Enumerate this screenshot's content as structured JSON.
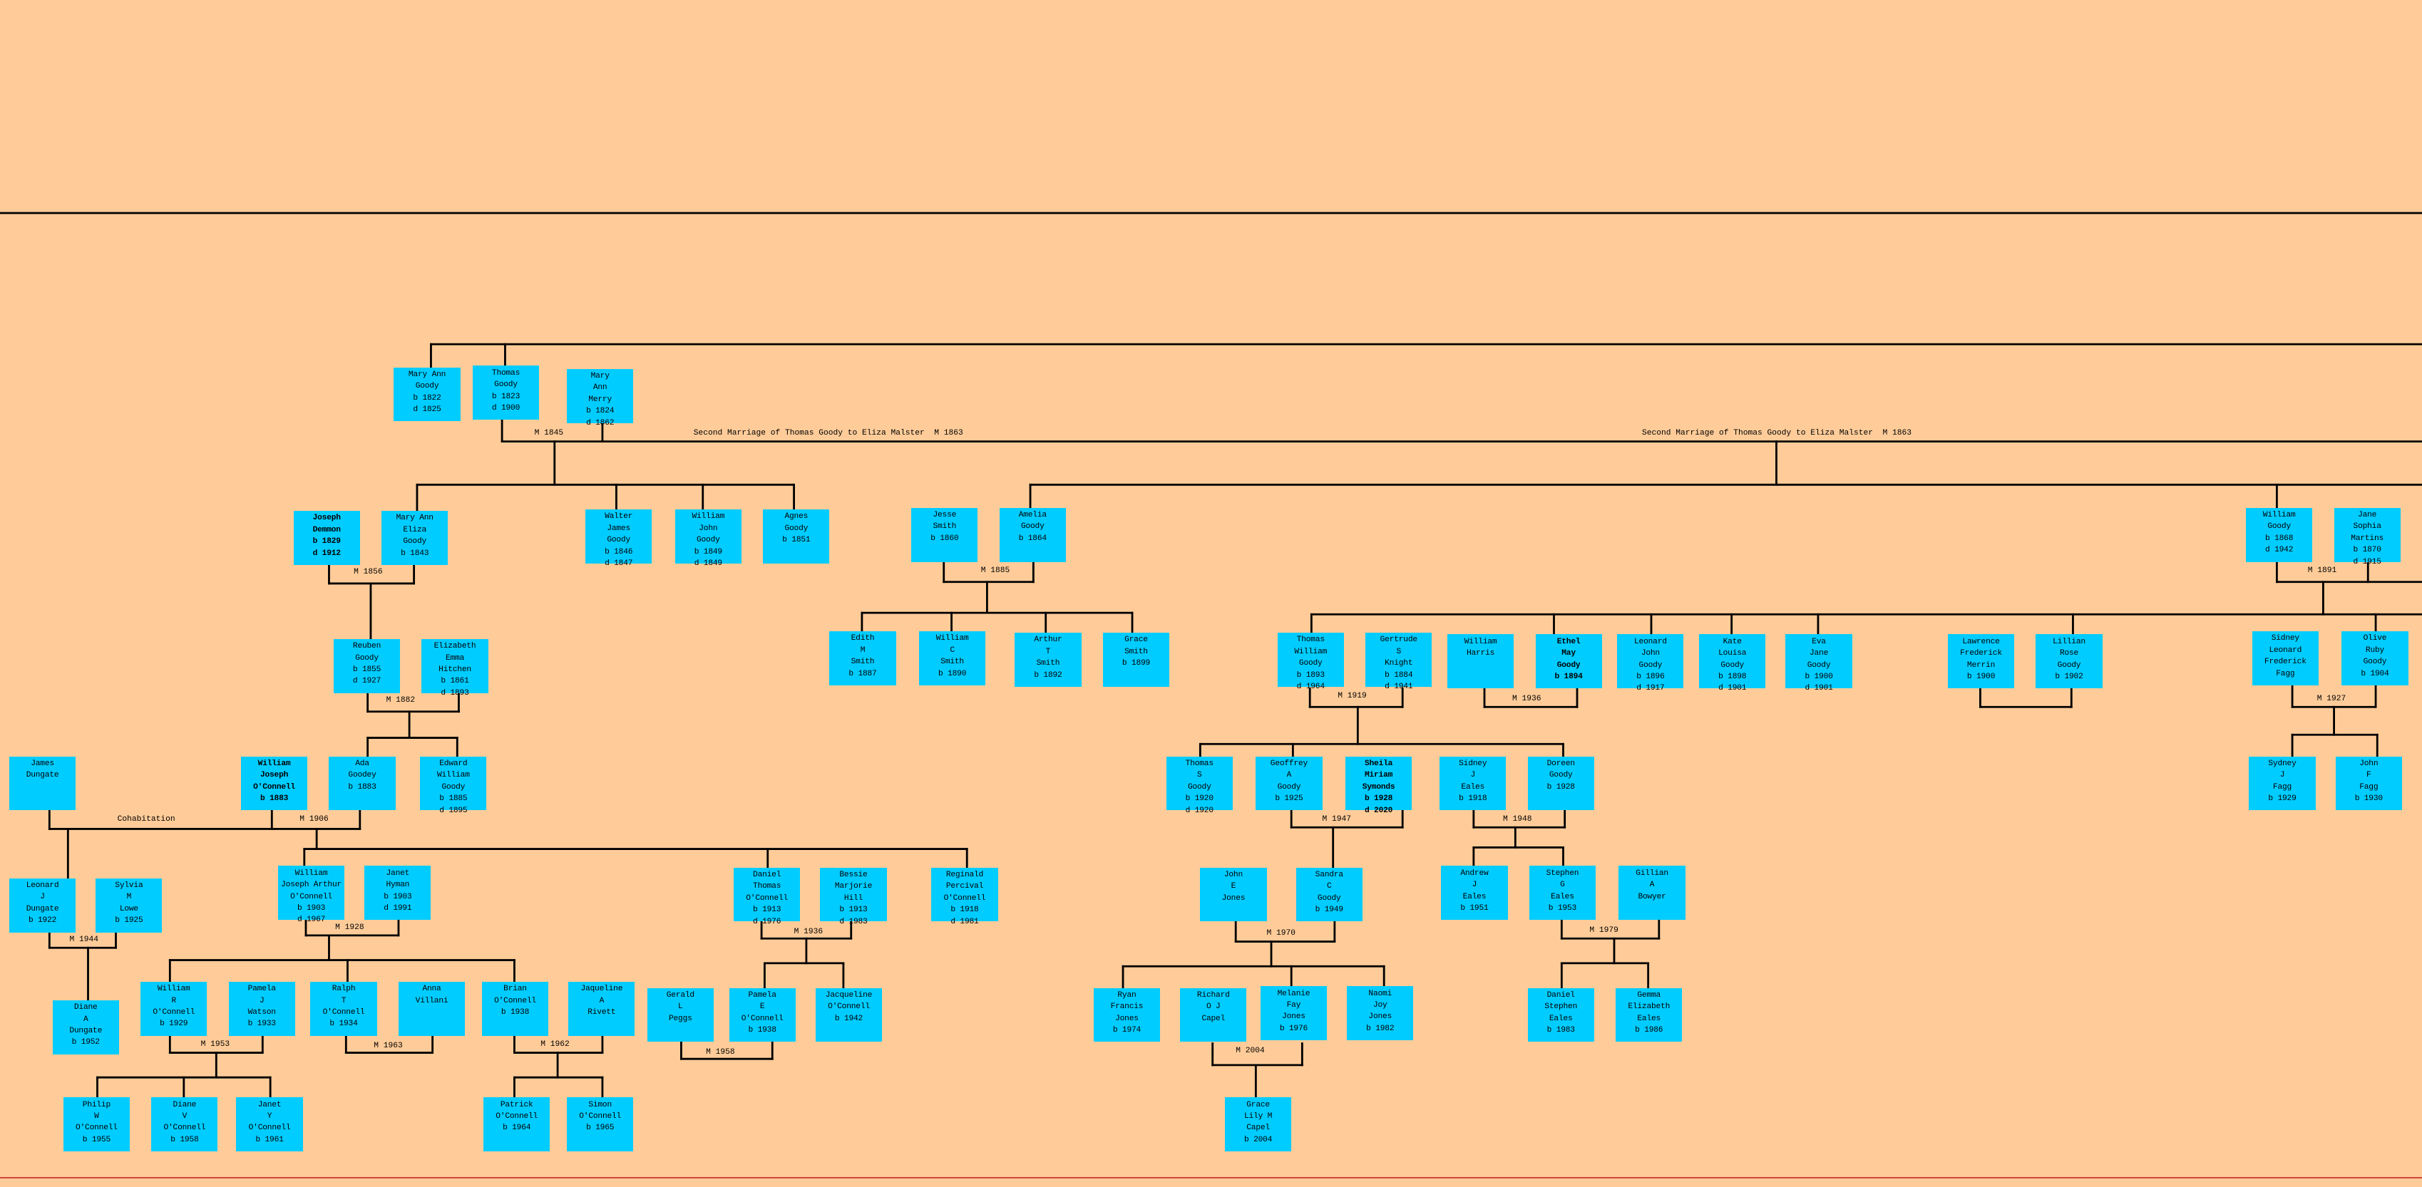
{
  "colors": {
    "background": "#ffcc99",
    "box": "#00ccff",
    "line": "#000000",
    "bottom_rule": "#cc3333"
  },
  "people": [
    "Mary Ann\nGoody\nb 1822\nd 1825",
    "Thomas\nGoody\nb 1823\nd 1900",
    "Mary\nAnn\nMerry\nb 1824\nd 1862",
    "Joseph\nDemmon\nb 1829\nd 1912",
    "Mary Ann\nEliza\nGoody\nb 1843",
    "Walter\nJames\nGoody\nb 1846\nd 1847",
    "William\nJohn\nGoody\nb 1849\nd 1849",
    "Agnes\nGoody\nb 1851",
    "Jesse\nSmith\nb 1860",
    "Amelia\nGoody\nb 1864",
    "William\nGoody\nb 1868\nd 1942",
    "Jane\nSophia\nMartins\nb 1870\nd 1915",
    "Reuben\nGoody\nb 1855\nd 1927",
    "Elizabeth\nEmma\nHitchen\nb 1861\nd 1893",
    "Edith\nM\nSmith\nb 1887",
    "William\nC\nSmith\nb 1890",
    "Arthur\nT\nSmith\nb 1892",
    "Grace\nSmith\nb 1899",
    "Thomas\nWilliam\nGoody\nb 1893\nd 1964",
    "Gertrude\nS\nKnight\nb 1884\nd 1941",
    "William\nHarris",
    "Ethel\nMay\nGoody\nb 1894",
    "Leonard\nJohn\nGoody\nb 1896\nd 1917",
    "Kate\nLouisa\nGoody\nb 1898\nd 1901",
    "Eva\nJane\nGoody\nb 1900\nd 1901",
    "Lawrence\nFrederick\nMerrin\nb 1900",
    "Lillian\nRose\nGoody\nb 1902",
    "Sidney\nLeonard\nFrederick\nFagg",
    "Olive\nRuby\nGoody\nb 1904",
    "James\nDungate",
    "William\nJoseph\nO'Connell\nb 1883",
    "Ada\nGoodey\nb 1883",
    "Edward\nWilliam\nGoody\nb 1885\nd 1895",
    "Thomas\nS\nGoody\nb 1920\nd 1920",
    "Geoffrey\nA\nGoody\nb 1925",
    "Sheila\nMiriam\nSymonds\nb 1928\nd 2020",
    "Sidney\nJ\nEales\nb 1918",
    "Doreen\nGoody\nb 1928",
    "Sydney\nJ\nFagg\nb 1929",
    "John\nF\nFagg\nb 1930",
    "Leonard\nJ\nDungate\nb 1922",
    "Sylvia\nM\nLowe\nb 1925",
    "William\nJoseph Arthur\nO'Connell\nb 1903\nd 1967",
    "Janet\nHyman\nb 1903\nd 1991",
    "Daniel\nThomas\nO'Connell\nb 1913\nd 1976",
    "Bessie\nMarjorie\nHill\nb 1913\nd 1983",
    "Reginald\nPercival\nO'Connell\nb 1918\nd 1981",
    "John\nE\nJones",
    "Sandra\nC\nGoody\nb 1949",
    "Andrew\nJ\nEales\nb 1951",
    "Stephen\nG\nEales\nb 1953",
    "Gillian\nA\nBowyer",
    "Diane\nA\nDungate\nb 1952",
    "William\nR\nO'Connell\nb 1929",
    "Pamela\nJ\nWatson\nb 1933",
    "Ralph\nT\nO'Connell\nb 1934",
    "Anna\nVillani",
    "Brian\nO'Connell\nb 1938",
    "Jaqueline\nA\nRivett",
    "Gerald\nL\nPeggs",
    "Pamela\nE\nO'Connell\nb 1938",
    "Jacqueline\nO'Connell\nb 1942",
    "Ryan\nFrancis\nJones\nb 1974",
    "Richard\nO J\nCapel",
    "Melanie\nFay\nJones\nb 1976",
    "Naomi\nJoy\nJones\nb 1982",
    "Daniel\nStephen\nEales\nb 1983",
    "Gemma\nElizabeth\nEales\nb 1986",
    "Philip\nW\nO'Connell\nb 1955",
    "Diane\nV\nO'Connell\nb 1958",
    "Janet\nY\nO'Connell\nb 1961",
    "Patrick\nO'Connell\nb 1964",
    "Simon\nO'Connell\nb 1965",
    "Grace\nLily M\nCapel\nb 2004"
  ],
  "labels": [
    "M 1845",
    "Second Marriage of Thomas Goody to Eliza Malster  M 1863",
    "Second Marriage of Thomas Goody to Eliza Malster  M 1863",
    "M 1856",
    "M 1885",
    "M 1891",
    "M 1882",
    "M 1919",
    "M 1936",
    "M 1927",
    "Cohabitation",
    "M 1906",
    "M 1947",
    "M 1948",
    "M 1928",
    "M 1936",
    "M 1944",
    "M 1970",
    "M 1979",
    "M 1953",
    "M 1963",
    "M 1962",
    "M 1958",
    "M 2004"
  ]
}
